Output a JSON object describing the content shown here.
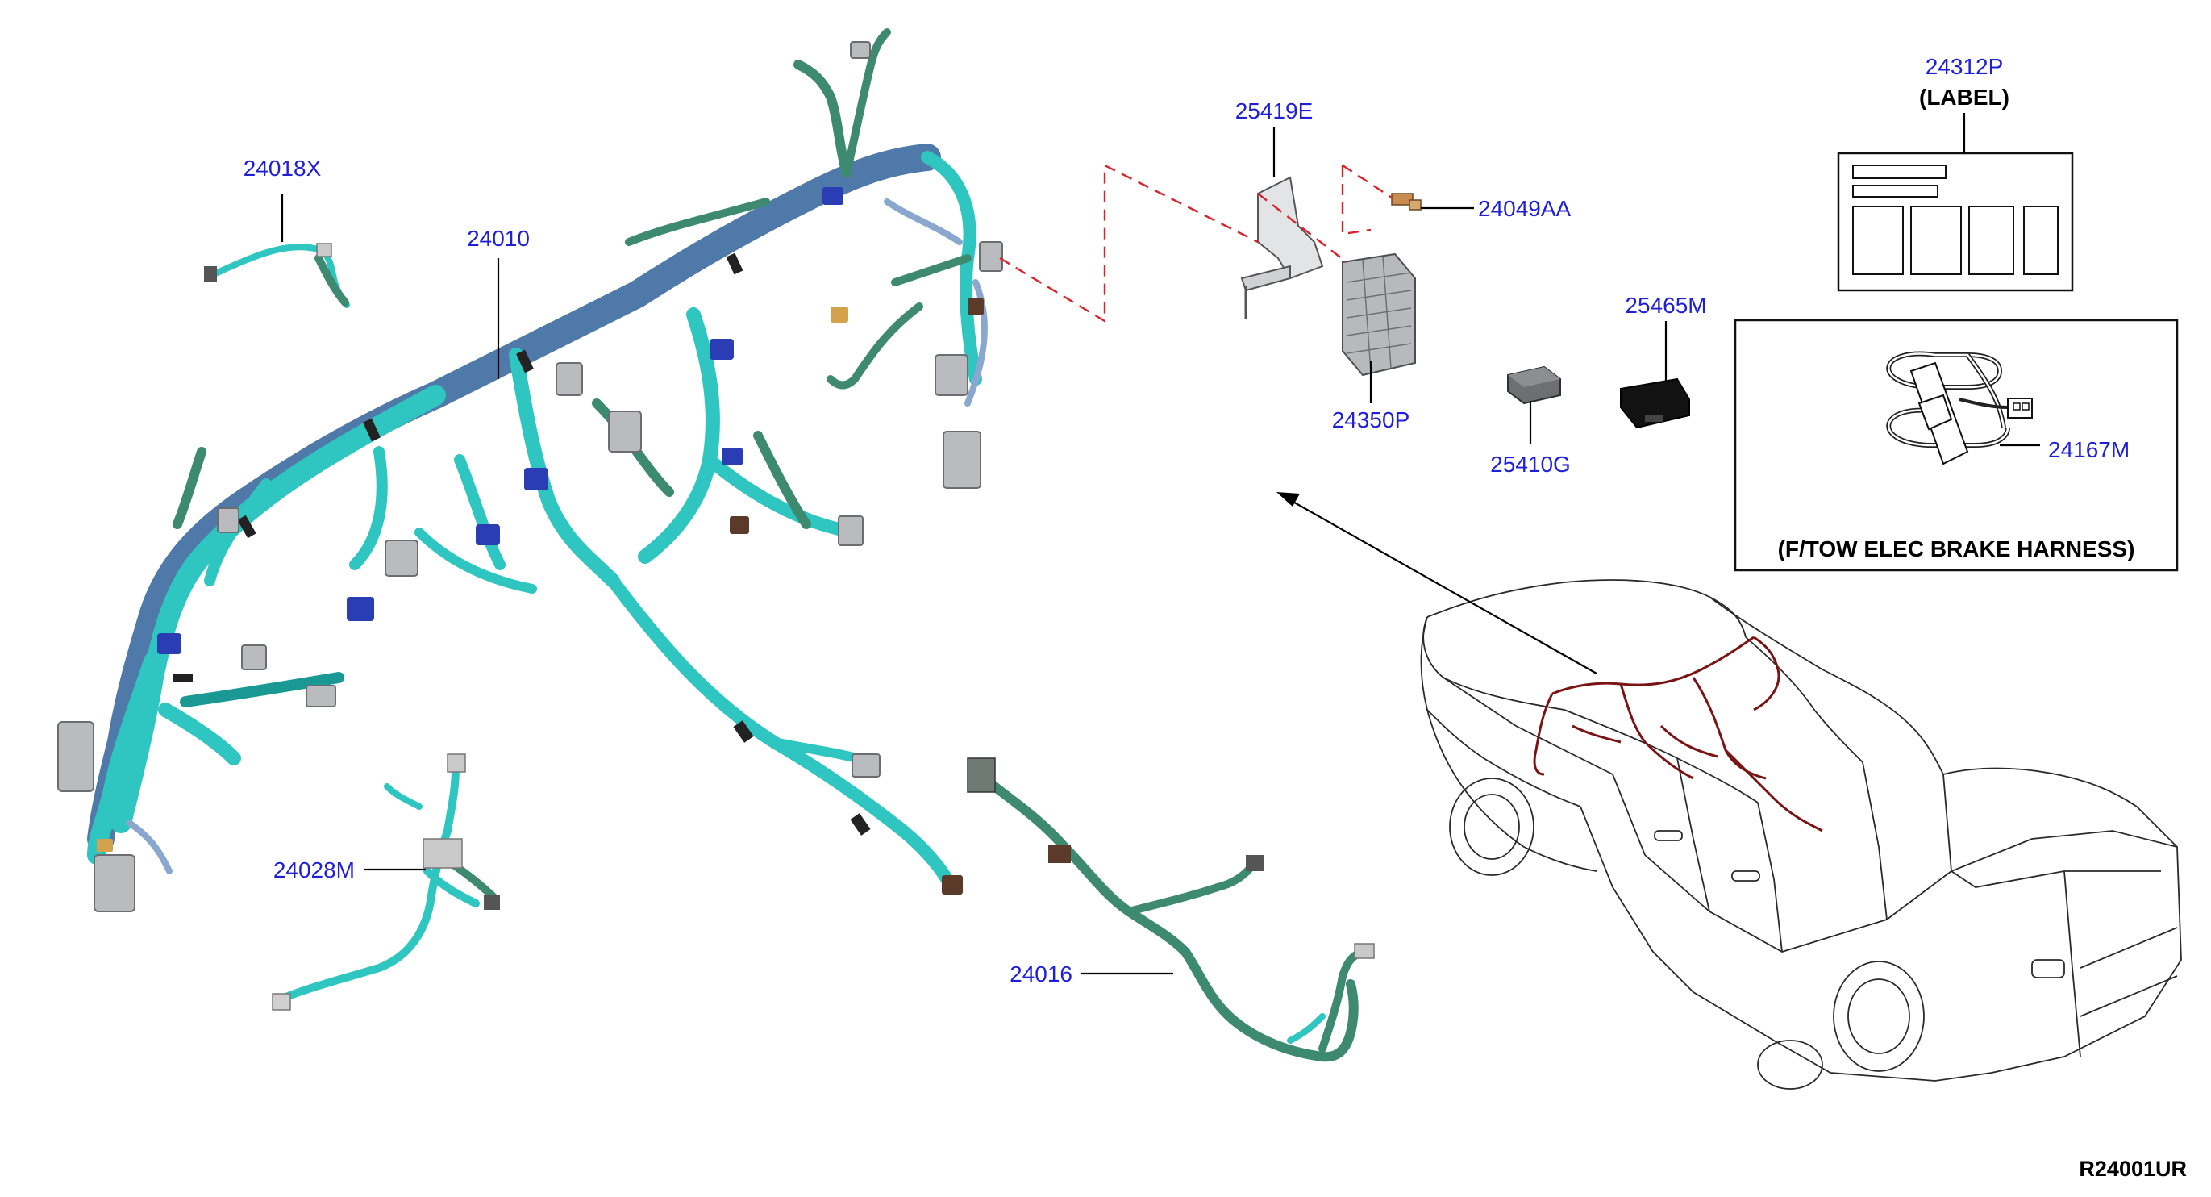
{
  "diagram": {
    "reference_code": "R24001UR",
    "parts": [
      {
        "id": "part-24018x",
        "number": "24018X"
      },
      {
        "id": "part-24010",
        "number": "24010"
      },
      {
        "id": "part-24028m",
        "number": "24028M"
      },
      {
        "id": "part-24016",
        "number": "24016"
      },
      {
        "id": "part-25419e",
        "number": "25419E"
      },
      {
        "id": "part-24049aa",
        "number": "24049AA"
      },
      {
        "id": "part-24350p",
        "number": "24350P"
      },
      {
        "id": "part-25410g",
        "number": "25410G"
      },
      {
        "id": "part-25465m",
        "number": "25465M"
      },
      {
        "id": "part-24312p",
        "number": "24312P"
      },
      {
        "id": "part-24167m",
        "number": "24167M"
      }
    ],
    "label_caption": "(LABEL)",
    "tow_box_caption": "(F/TOW ELEC BRAKE HARNESS)",
    "colors": {
      "harness_cyan": "#2fc6c2",
      "harness_green": "#3d8a70",
      "trunk_blue": "#4f79a8",
      "connector_blue": "#2a3db5",
      "part_number_text": "#1f1fd6",
      "dashed_leader": "#d8232a",
      "truck_harness": "#7a1414"
    }
  }
}
